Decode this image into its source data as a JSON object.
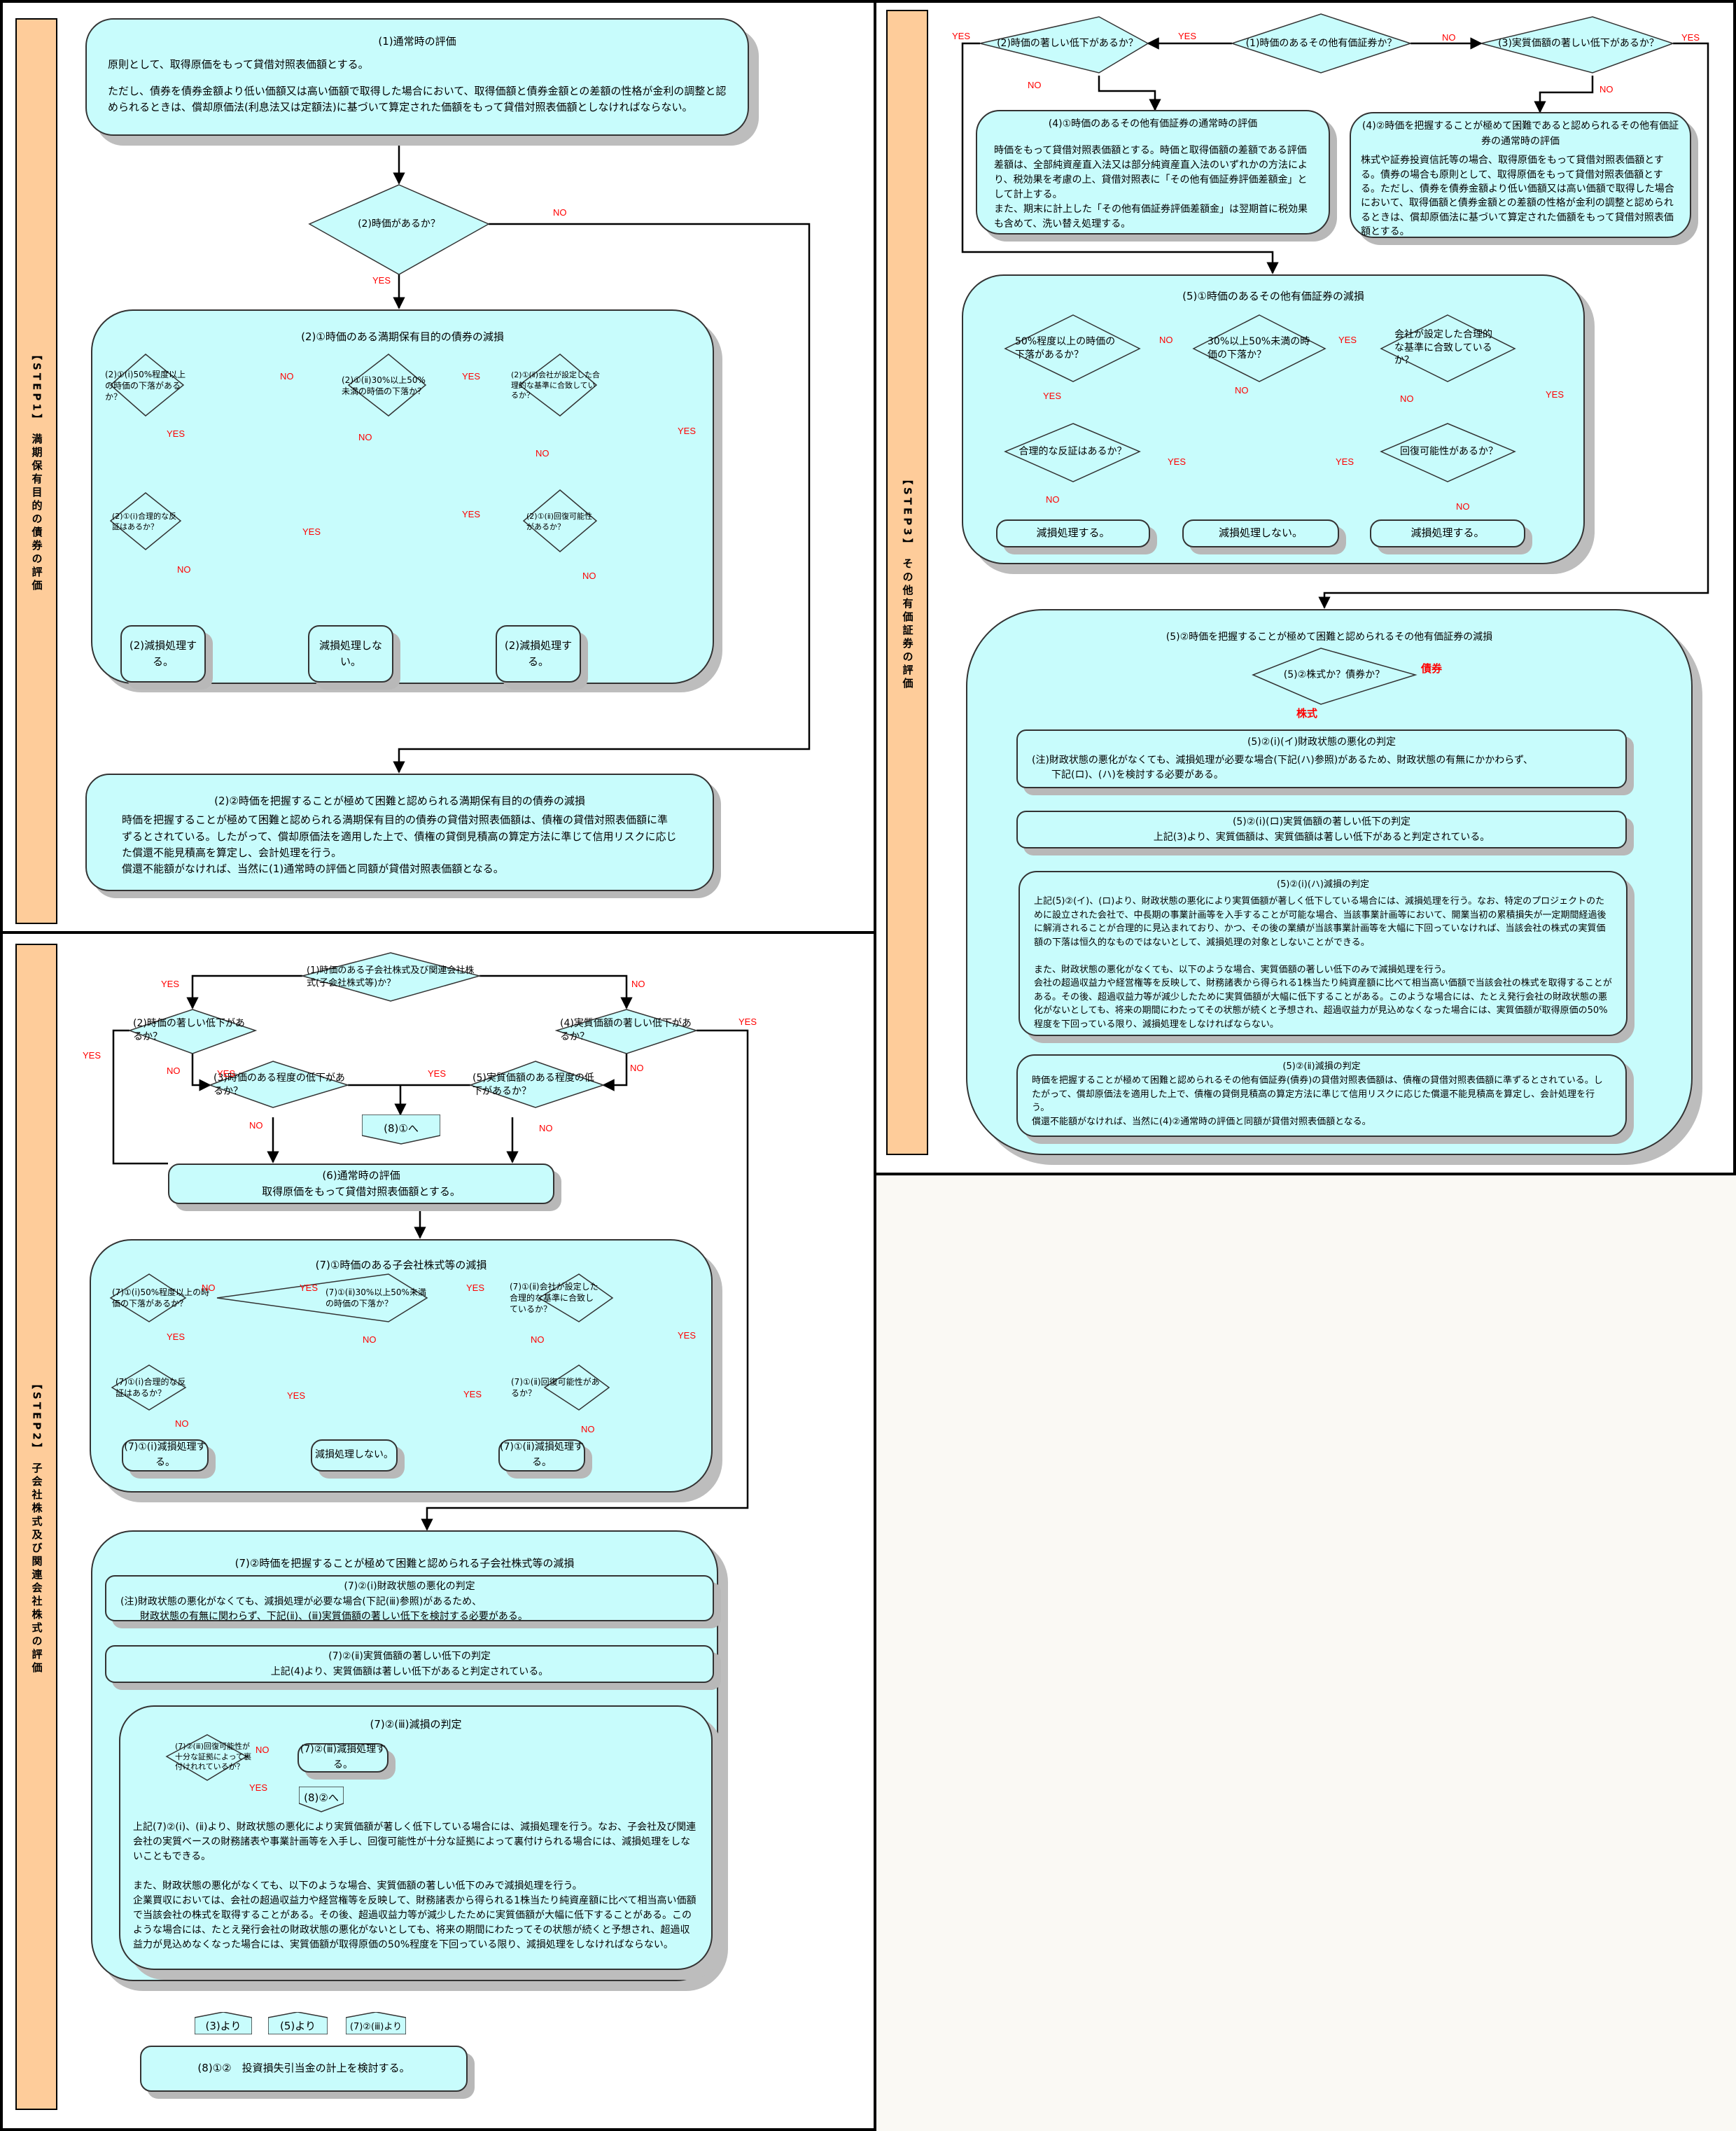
{
  "colors": {
    "box_fill": "#c8fcfc",
    "step_fill": "#fecc9a",
    "label_red": "#ff0000",
    "background": "#faf9f4"
  },
  "step1": {
    "side_label": "【STEP1】 満期保有目的の債券の評価",
    "normal_eval": {
      "title": "(1)通常時の評価",
      "line1": "原則として、取得原価をもって貸借対照表価額とする。",
      "line2": "ただし、債券を債券金額より低い価額又は高い価額で取得した場合において、取得価額と債券金額との差額の性格が金利の調整と認められるときは、償却原価法(利息法又は定額法)に基づいて算定された価額をもって貸借対照表価額としなければならない。"
    },
    "q_market_price": "(2)時価があるか？",
    "impair_market": {
      "title": "(2)①時価のある満期保有目的の債券の減損",
      "q1": "(2)①(ⅰ)50%程度以上の時価の下落があるか？",
      "q2": "(2)①(ⅱ)30%以上50%未満の時価の下落か？",
      "q3": "(2)①(ⅱ)会社が設定した合理的な基準に合致しているか？",
      "q4": "(2)①(ⅰ)合理的な反証はあるか？",
      "q5": "(2)①(ⅱ)回復可能性があるか？",
      "r1": "(2)減損処理する。",
      "r2": "減損処理しない。",
      "r3": "(2)減損処理する。"
    },
    "impair_hard": {
      "title": "(2)②時価を把握することが極めて困難と認められる満期保有目的の債券の減損",
      "body": "時価を把握することが極めて困難と認められる満期保有目的の債券の貸借対照表価額は、債権の貸借対照表価額に準ずるとされている。したがって、償却原価法を適用した上で、債権の貸倒見積高の算定方法に準じて信用リスクに応じた償還不能見積高を算定し、会計処理を行う。\n償還不能額がなければ、当然に(1)通常時の評価と同額が貸借対照表価額となる。"
    }
  },
  "step2": {
    "side_label": "【STEP2】 子会社株式及び関連会社株式の評価",
    "q1": "(1)時価のある子会社株式及び関連会社株式(子会社株式等)か？",
    "q2": "(2)時価の著しい低下があるか？",
    "q3": "(3)時価のある程度の低下があるか？",
    "q4": "(4)実質価額の著しい低下があるか？",
    "q5": "(5)実質価額のある程度の低下があるか？",
    "goto_8_1": "(8)①へ",
    "normal_eval": {
      "title": "(6)通常時の評価",
      "body": "取得原価をもって貸借対照表価額とする。"
    },
    "impair_market": {
      "title": "(7)①時価のある子会社株式等の減損",
      "q1": "(7)①(ⅰ)50%程度以上の時価の下落があるか？",
      "q2": "(7)①(ⅱ)30%以上50%未満の時価の下落か？",
      "q3": "(7)①(ⅱ)会社が設定した合理的な基準に合致しているか？",
      "q4": "(7)①(ⅰ)合理的な反証はあるか？",
      "q5": "(7)①(ⅱ)回復可能性があるか？",
      "r1": "(7)①(ⅰ)減損処理する。",
      "r2": "減損処理しない。",
      "r3": "(7)①(ⅱ)減損処理する。"
    },
    "impair_hard": {
      "title": "(7)②時価を把握することが極めて困難と認められる子会社株式等の減損",
      "fin": {
        "title": "(7)②(ⅰ)財政状態の悪化の判定",
        "body": "(注)財政状態の悪化がなくても、減損処理が必要な場合(下記(ⅲ)参照)があるため、\n　　財政状態の有無に関わらず、下記(ⅱ)、(ⅲ)実質価額の著しい低下を検討する必要がある。"
      },
      "sub": {
        "title": "(7)②(ⅱ)実質価額の著しい低下の判定",
        "body": "上記(4)より、実質価額は著しい低下があると判定されている。"
      },
      "judge": {
        "title": "(7)②(ⅲ)減損の判定",
        "q": "(7)②(ⅲ)回復可能性が十分な証拠によって裏付けれれているか？",
        "r_no": "(7)②(ⅲ)減損処理する。",
        "goto_8_2": "(8)②へ",
        "body": "上記(7)②(ⅰ)、(ⅱ)より、財政状態の悪化により実質価額が著しく低下している場合には、減損処理を行う。なお、子会社及び関連会社の実質ベースの財務諸表や事業計画等を入手し、回復可能性が十分な証拠によって裏付けられる場合には、減損処理をしないこともできる。\n\nまた、財政状態の悪化がなくても、以下のような場合、実質価額の著しい低下のみで減損処理を行う。\n企業買収においては、会社の超過収益力や経営権等を反映して、財務諸表から得られる1株当たり純資産額に比べて相当高い価額で当該会社の株式を取得することがある。その後、超過収益力等が減少したために実質価額が大幅に低下することがある。このような場合には、たとえ発行会社の財政状態の悪化がないとしても、将来の期間にわたってその状態が続くと予想され、超過収益力が見込めなくなった場合には、実質価額が取得原価の50%程度を下回っている限り、減損処理をしなければならない。"
      }
    },
    "from_labels": [
      "(3)より",
      "(5)より",
      "(7)②(ⅲ)より"
    ],
    "allowance": "(8)①②　投資損失引当金の計上を検討する。"
  },
  "step3": {
    "side_label": "【STEP3】 その他有価証券の評価",
    "q1": "(1)時価のあるその他有価証券か？",
    "q2": "(2)時価の著しい低下があるか？",
    "q3": "(3)実質価額の著しい低下があるか？",
    "eval_market": {
      "title": "(4)①時価のあるその他有価証券の通常時の評価",
      "body": "時価をもって貸借対照表価額とする。時価と取得価額の差額である評価差額は、全部純資産直入法又は部分純資産直入法のいずれかの方法により、税効果を考慮の上、貸借対照表に「その他有価証券評価差額金」として計上する。\nまた、期末に計上した「その他有価証券評価差額金」は翌期首に税効果も含めて、洗い替え処理する。"
    },
    "eval_hard": {
      "title": "(4)②時価を把握することが極めて困難であると認められるその他有価証券の通常時の評価",
      "body": "株式や証券投資信託等の場合、取得原価をもって貸借対照表価額とする。債券の場合も原則として、取得原価をもって貸借対照表価額とする。ただし、債券を債券金額より低い価額又は高い価額で取得した場合において、取得価額と債券金額との差額の性格が金利の調整と認められるときは、償却原価法に基づいて算定された価額をもって貸借対照表価額とする。"
    },
    "impair_market": {
      "title": "(5)①時価のあるその他有価証券の減損",
      "q1": "50%程度以上の時価の下落があるか？",
      "q2": "30%以上50%未満の時価の下落か？",
      "q3": "会社が設定した合理的な基準に合致しているか？",
      "q4": "合理的な反証はあるか？",
      "q5": "回復可能性があるか？",
      "r1": "減損処理する。",
      "r2": "減損処理しない。",
      "r3": "減損処理する。"
    },
    "impair_hard": {
      "title": "(5)②時価を把握することが極めて困難と認められるその他有価証券の減損",
      "q": "(5)②株式か？債券か？",
      "label_bond": "債券",
      "label_stock": "株式",
      "fin": {
        "title": "(5)②(ⅰ)(イ)財政状態の悪化の判定",
        "body": "(注)財政状態の悪化がなくても、減損処理が必要な場合(下記(ハ)参照)があるため、財政状態の有無にかかわらず、\n　　下記(ロ)、(ハ)を検討する必要がある。"
      },
      "sub": {
        "title": "(5)②(ⅰ)(ロ)実質価額の著しい低下の判定",
        "body": "上記(3)より、実質価額は、実質価額は著しい低下があると判定されている。"
      },
      "judge": {
        "title": "(5)②(ⅰ)(ハ)減損の判定",
        "body": "上記(5)②(イ)、(ロ)より、財政状態の悪化により実質価額が著しく低下している場合には、減損処理を行う。なお、特定のプロジェクトのために設立された会社で、中長期の事業計画等を入手することが可能な場合、当該事業計画等において、開業当初の累積損失が一定期間経過後に解消されることが合理的に見込まれており、かつ、その後の業績が当該事業計画等を大幅に下回っていなければ、当該会社の株式の実質価額の下落は恒久的なものではないとして、減損処理の対象としないことができる。\n\nまた、財政状態の悪化がなくても、以下のような場合、実質価額の著しい低下のみで減損処理を行う。\n会社の超過収益力や経営権等を反映して、財務諸表から得られる1株当たり純資産額に比べて相当高い価額で当該会社の株式を取得することがある。その後、超過収益力等が減少したために実質価額が大幅に低下することがある。このような場合には、たとえ発行会社の財政状態の悪化がないとしても、将来の期間にわたってその状態が続くと予想され、超過収益力が見込めなくなった場合には、実質価額が取得原価の50%程度を下回っている限り、減損処理をしなければならない。"
      },
      "bond": {
        "title": "(5)②(ⅱ)減損の判定",
        "body": "時価を把握することが極めて困難と認められるその他有価証券(債券)の貸借対照表価額は、債権の貸借対照表価額に準ずるとされている。したがって、償却原価法を適用した上で、債権の貸倒見積高の算定方法に準じて信用リスクに応じた償還不能見積高を算定し、会計処理を行う。\n償還不能額がなければ、当然に(4)②通常時の評価と同額が貸借対照表価額となる。"
      }
    }
  },
  "flow_labels": {
    "yes": "YES",
    "no": "NO"
  }
}
